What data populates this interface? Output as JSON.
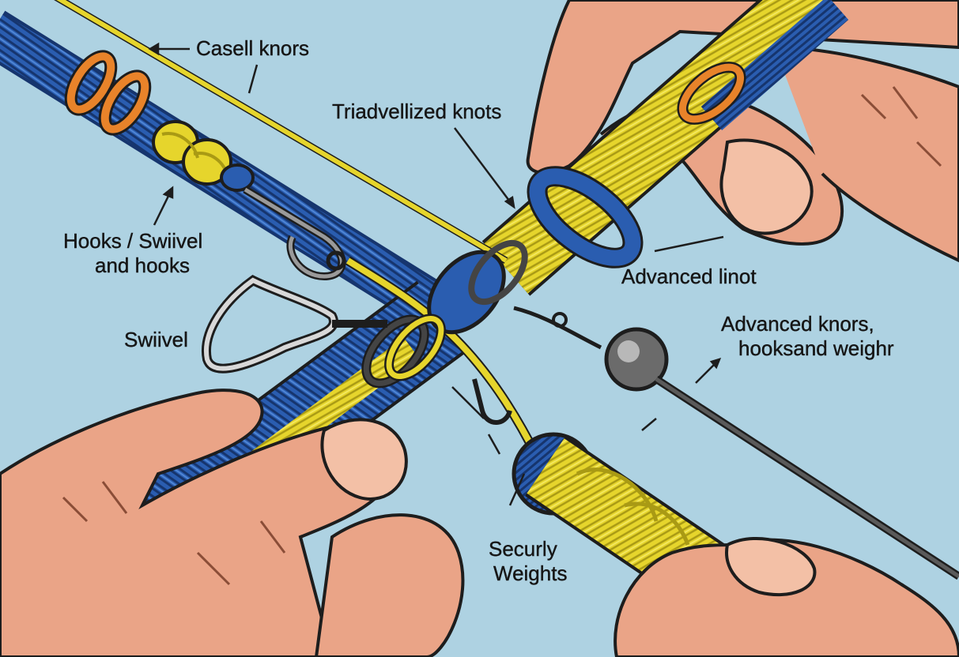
{
  "labels": {
    "casell_knors": "Casell knors",
    "triadvellized_knots": "Triadvellized knots",
    "hooks_swiivel_line1": "Hooks / Swiivel",
    "hooks_swiivel_line2": "and hooks",
    "advanced_linot": "Advanced linot",
    "swiivel": "Swiivel",
    "advanced_knors_line1": "Advanced knors,",
    "advanced_knors_line2": "hooksand weighr",
    "securly_weights_line1": "Securly",
    "securly_weights_line2": "Weights"
  },
  "colors": {
    "background": "#aed2e2",
    "rope_blue": "#2a5db0",
    "rope_yellow": "#e6d52c",
    "wrap_orange": "#e8832a",
    "skin": "#eaa487",
    "outline": "#1d1d1d"
  }
}
